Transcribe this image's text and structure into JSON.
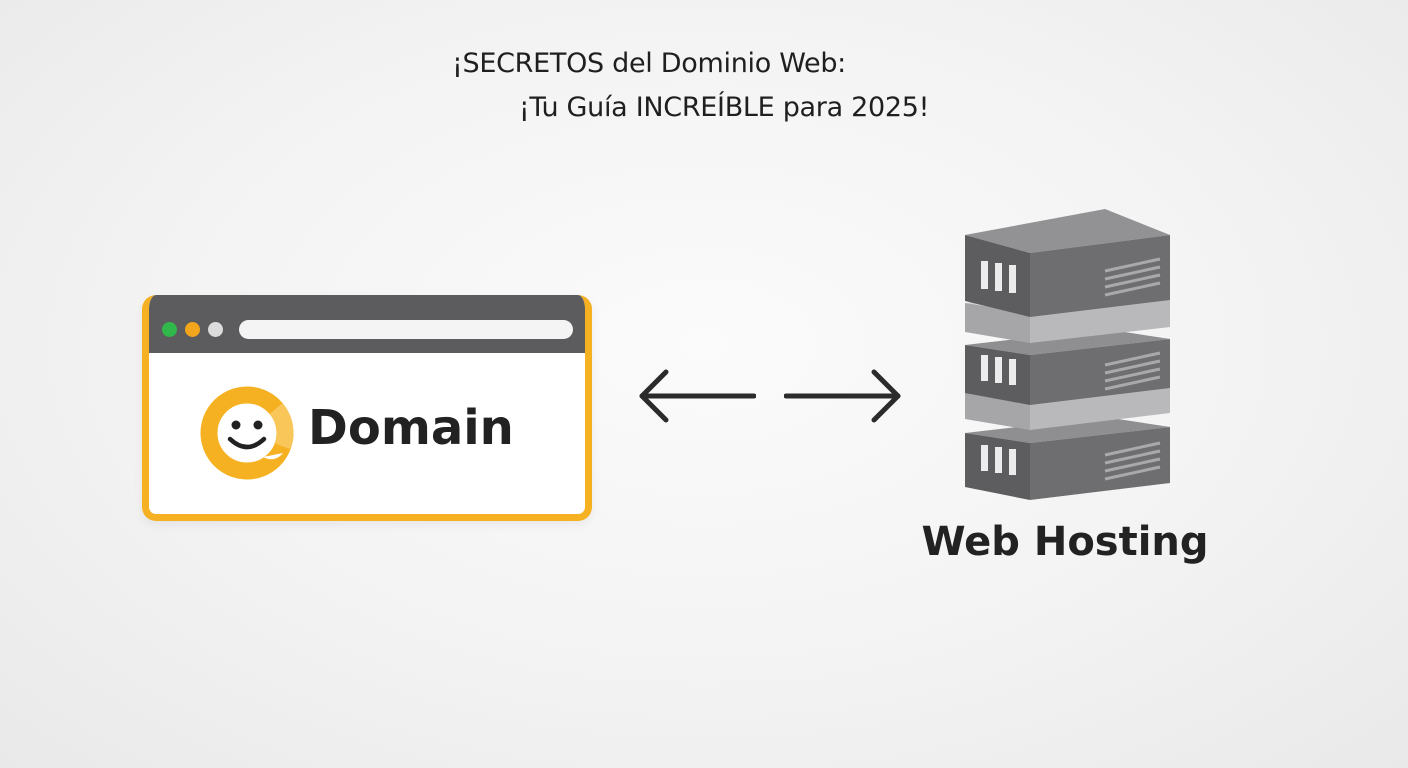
{
  "title": {
    "line1": "¡SECRETOS del Dominio Web:",
    "line2": "¡Tu Guía INCREÍBLE para 2025!"
  },
  "browser": {
    "label": "Domain",
    "icon": "smiley-search-icon",
    "dots": [
      "green",
      "orange",
      "gray"
    ]
  },
  "connector": {
    "left_arrow_icon": "arrow-left-icon",
    "right_arrow_icon": "arrow-right-icon"
  },
  "server": {
    "label": "Web Hosting",
    "icon": "server-stack-icon"
  },
  "colors": {
    "accent": "#f6b122",
    "bar": "#5c5c5e",
    "green": "#30b84a",
    "orange": "#f3a51c",
    "text": "#222222"
  }
}
